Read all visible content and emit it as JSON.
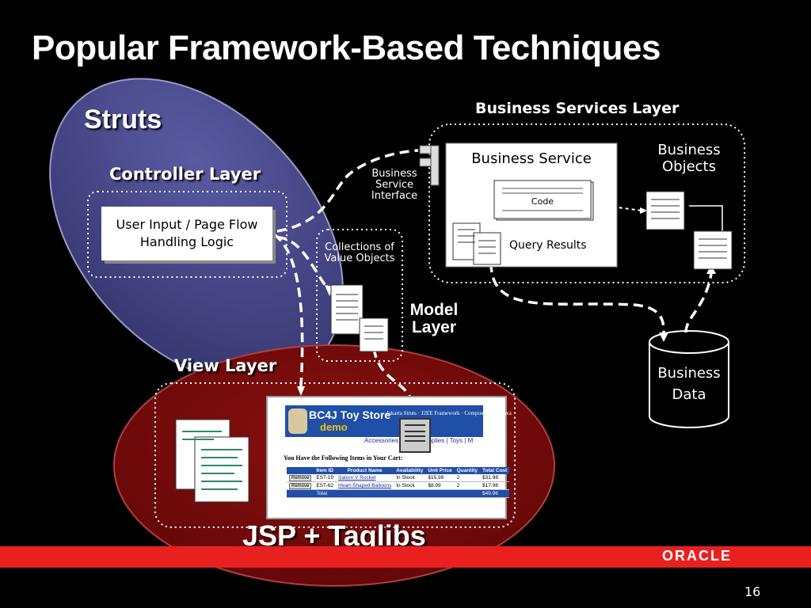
{
  "slide": {
    "title": "Popular Framework-Based Techniques",
    "page_number": "16"
  },
  "struts": {
    "title": "Struts",
    "controller_layer": "Controller Layer",
    "controller_box": "User Input / Page Flow Handling Logic",
    "view_layer": "View Layer"
  },
  "model": {
    "collections": "Collections of Value Objects",
    "label_line1": "Model",
    "label_line2": "Layer"
  },
  "business_services": {
    "layer_title": "Business Services Layer",
    "service_box": "Business Service",
    "code": "Code",
    "query_results": "Query Results",
    "interface_label": "Business Service Interface",
    "objects_label": "Business Objects"
  },
  "data": {
    "label": "Business Data"
  },
  "jsp": {
    "label": "JSP + Taglibs"
  },
  "footer": {
    "logo": "ORACLE"
  },
  "screenshot": {
    "app_title": "BC4J Toy Store",
    "app_subtitle": "demo",
    "tagline": "Jakarta Struts · J2EE Framework · Components for Java",
    "nav": "Accessories | Party Supplies | Toys | M",
    "heading": "You Have the Following Items in Your Cart:",
    "columns": [
      "",
      "Item ID",
      "Product Name",
      "Availability",
      "Unit Price",
      "Quantity",
      "Total Cost"
    ],
    "rows": [
      {
        "button": "Remove",
        "item_id": "EST-19",
        "product": "Saturn V Rocket",
        "availability": "In Stock",
        "price": "$15.99",
        "qty": "2",
        "total": "$31.98"
      },
      {
        "button": "Remove",
        "item_id": "EST-62",
        "product": "Heart-Shaped Balloons",
        "availability": "In Stock",
        "price": "$8.99",
        "qty": "2",
        "total": "$17.98"
      }
    ],
    "total_label": "Total",
    "total_value": "$49.96"
  },
  "colors": {
    "struts_ellipse": "#4b4b8c",
    "view_ellipse": "#7a0a0a",
    "oracle_red": "#e8201f"
  }
}
